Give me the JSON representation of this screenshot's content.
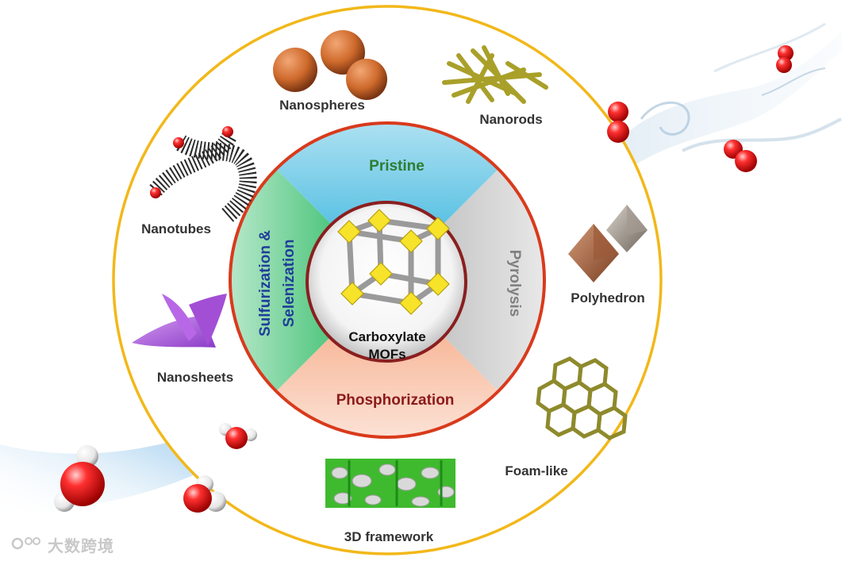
{
  "center": {
    "line1": "Carboxylate",
    "line2": "MOFs"
  },
  "methods": {
    "pristine": "Pristine",
    "pyrolysis": "Pyrolysis",
    "phosphorization": "Phosphorization",
    "sulfurization_line1": "Sulfurization &",
    "sulfurization_line2": "Selenization"
  },
  "morphologies": {
    "nanospheres": "Nanospheres",
    "nanorods": "Nanorods",
    "nanotubes": "Nanotubes",
    "polyhedron": "Polyhedron",
    "nanosheets": "Nanosheets",
    "foam": "Foam-like",
    "framework": "3D framework"
  },
  "watermark": "大数跨境",
  "colors": {
    "outer_ring": "#f2b81a",
    "inner_ring": "#d93a1c",
    "core_ring": "#8a1f1f",
    "pristine_label": "#2e7d32",
    "pyrolysis_label": "#808080",
    "phosphorization_label": "#8b1a1a",
    "sulfurization_label": "#1f3d99"
  }
}
